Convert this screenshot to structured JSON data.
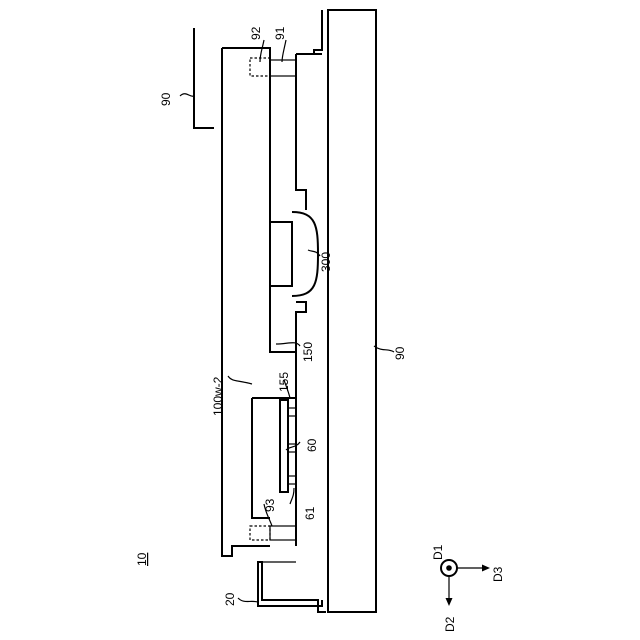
{
  "figure": {
    "number": "10"
  },
  "labels": {
    "l20": "20",
    "l90_top": "90",
    "l90_right": "90",
    "l91": "91",
    "l92": "92",
    "l93": "93",
    "l100": "100w-2",
    "l150": "150",
    "l155": "155",
    "l300": "300",
    "l60": "60",
    "l61": "61"
  },
  "axes": {
    "d1": "D1",
    "d2": "D2",
    "d3": "D3"
  }
}
